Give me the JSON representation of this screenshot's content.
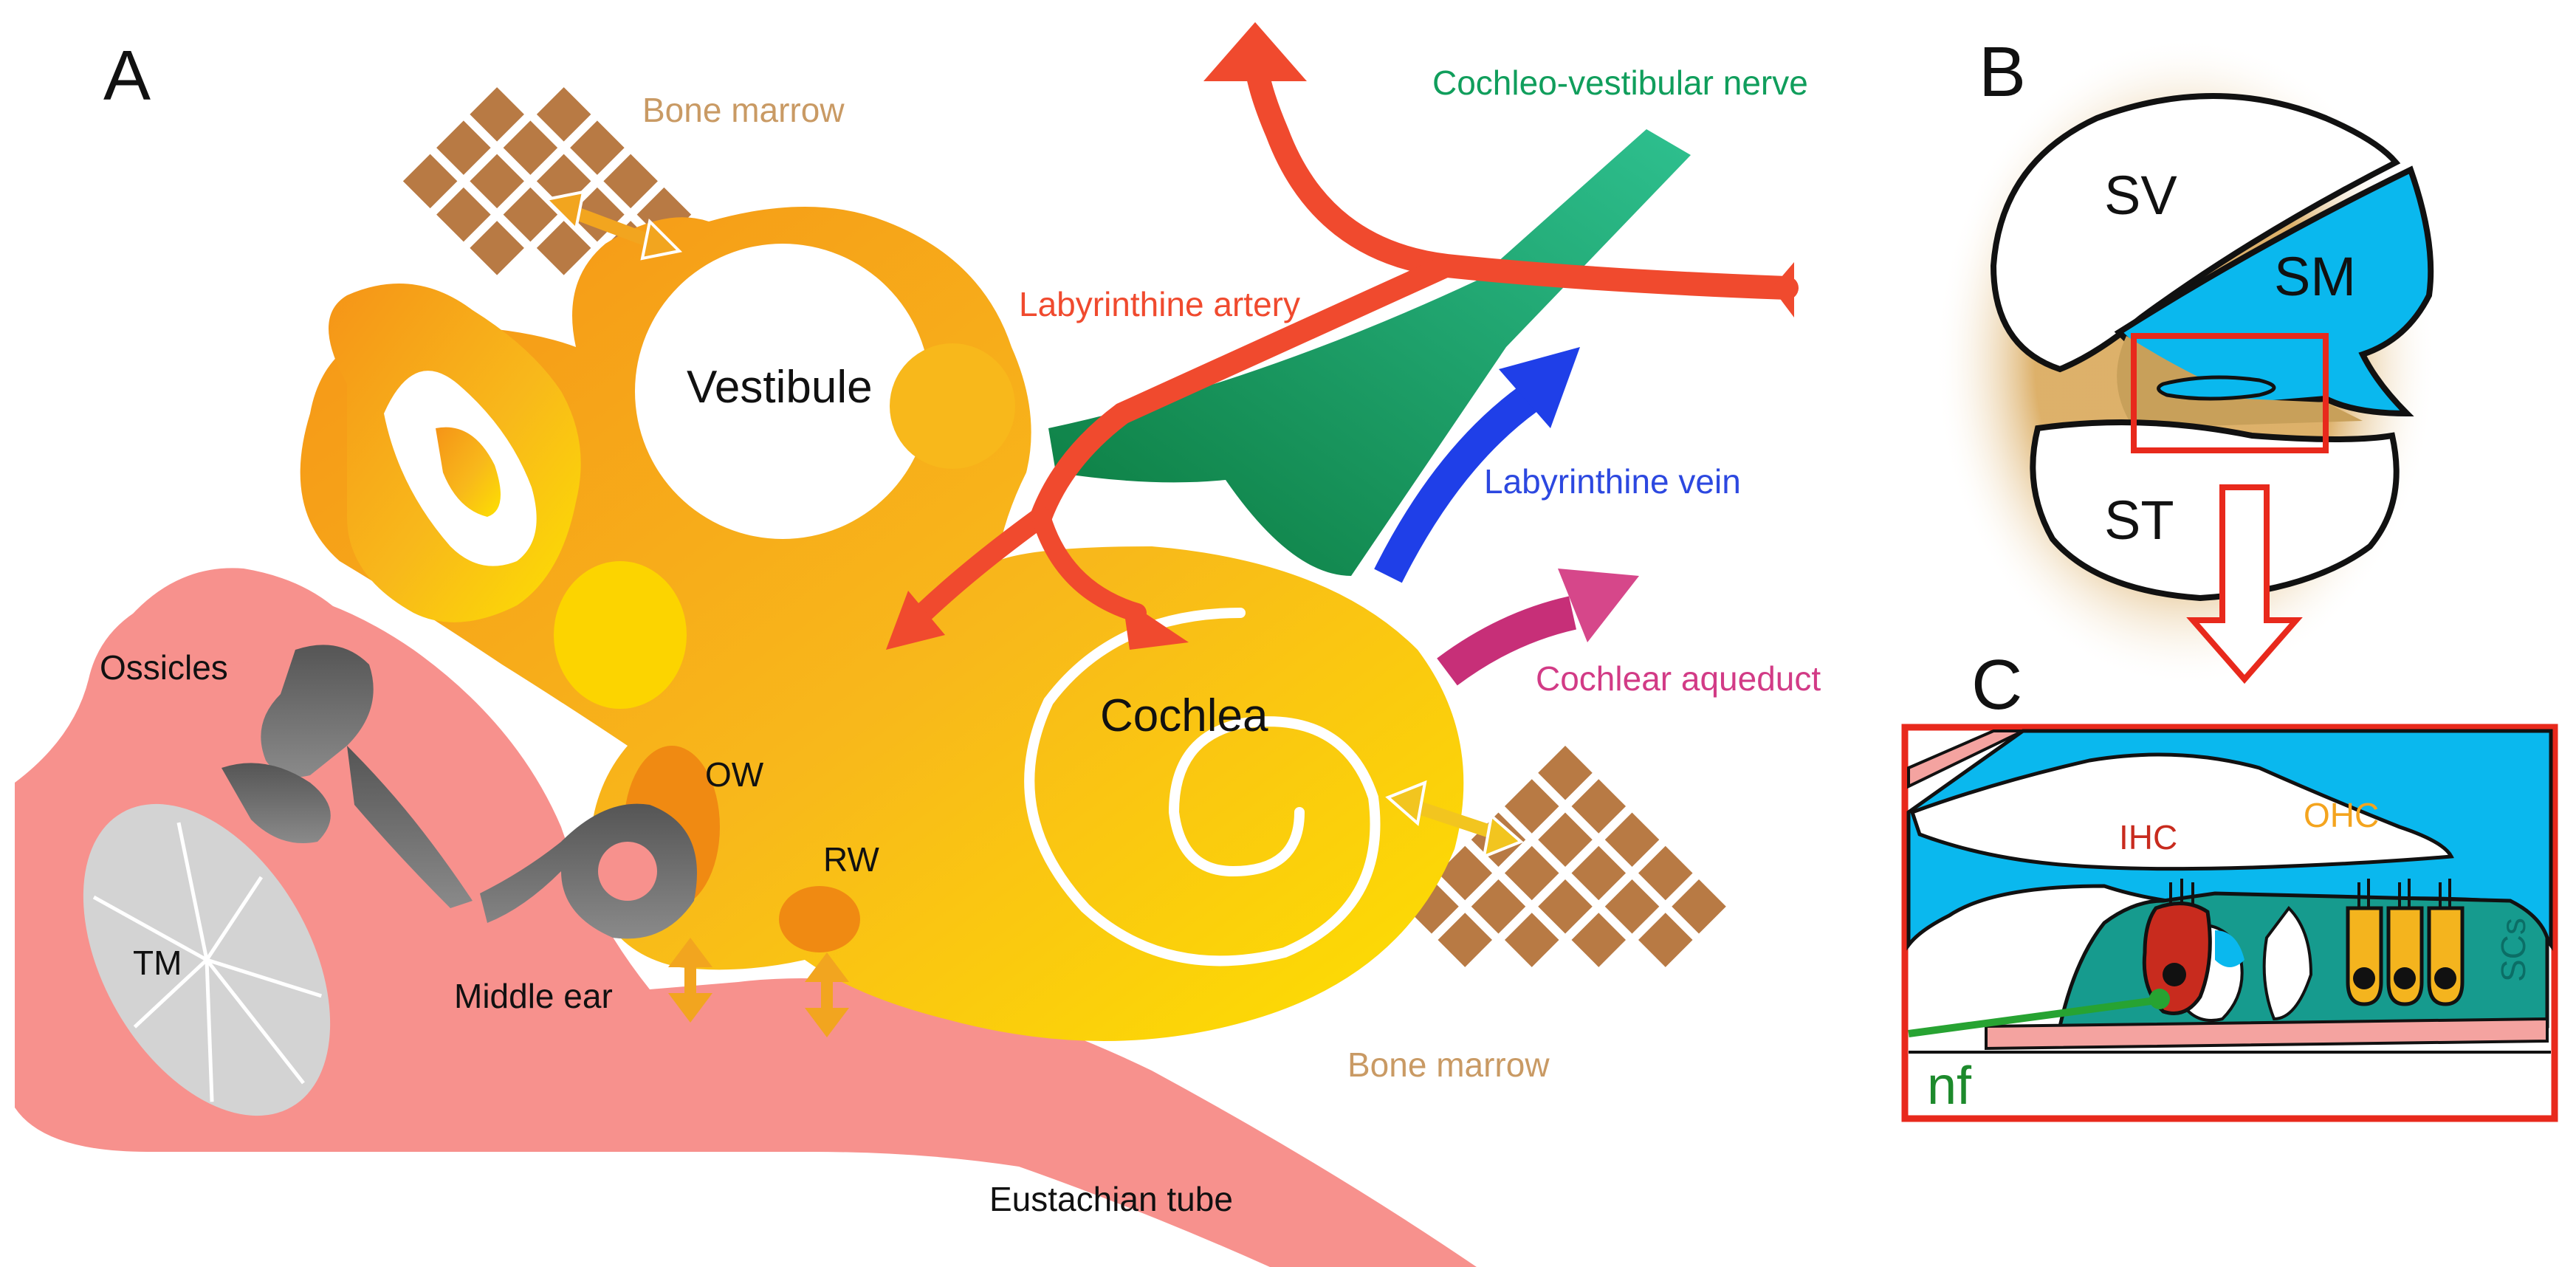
{
  "panels": {
    "a": "A",
    "b": "B",
    "c": "C"
  },
  "panel_a": {
    "bone_marrow_top": "Bone marrow",
    "bone_marrow_bottom": "Bone marrow",
    "vestibule": "Vestibule",
    "cochlea": "Cochlea",
    "labyrinthine_artery": "Labyrinthine artery",
    "cochleo_vestibular_nerve": "Cochleo-vestibular nerve",
    "labyrinthine_vein": "Labyrinthine vein",
    "cochlear_aqueduct": "Cochlear aqueduct",
    "ossicles": "Ossicles",
    "ow": "OW",
    "rw": "RW",
    "tm": "TM",
    "middle_ear": "Middle ear",
    "eustachian_tube": "Eustachian tube"
  },
  "panel_b": {
    "sv": "SV",
    "sm": "SM",
    "st": "ST"
  },
  "panel_c": {
    "ihc": "IHC",
    "ohc": "OHC",
    "scs": "SCs",
    "nf": "nf"
  },
  "colors": {
    "labyrinth_orange": "#f7a21b",
    "labyrinth_yellow": "#fcd400",
    "artery_red": "#f04a2e",
    "nerve_green": "#0c8a4e",
    "vein_blue": "#1f3fe8",
    "aqueduct_magenta": "#c72f78",
    "bone_marrow_brown": "#b87a44",
    "middle_ear_pink": "#f7918d",
    "ossicle_grey": "#666666",
    "endolymph_cyan": "#0ab8ee",
    "highlight_red": "#e8291c"
  }
}
